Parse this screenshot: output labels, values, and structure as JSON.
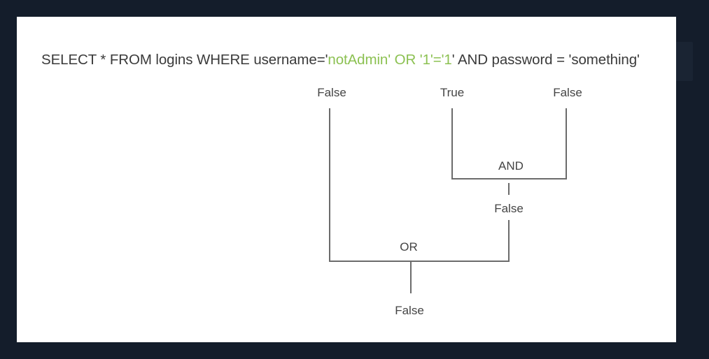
{
  "query": {
    "prefix": "SELECT * FROM logins WHERE username='",
    "injected": "notAdmin' OR '1'='1",
    "suffix": "' AND password = 'something'",
    "injected_color": "#8cc152"
  },
  "tree": {
    "leaf_username": "False",
    "leaf_or_condition": "True",
    "leaf_password": "False",
    "and_operator": "AND",
    "and_result": "False",
    "or_operator": "OR",
    "final_result": "False"
  }
}
